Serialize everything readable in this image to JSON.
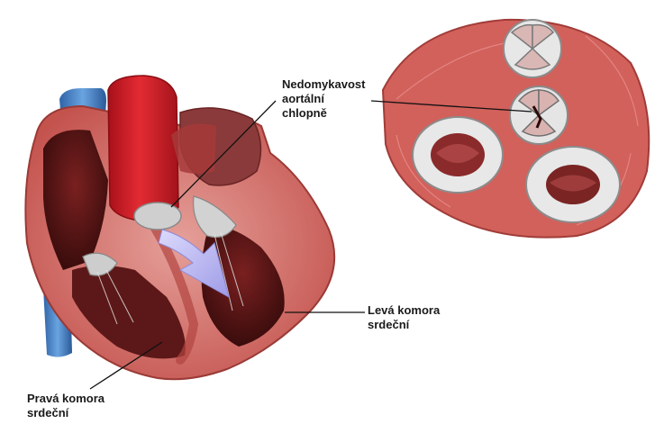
{
  "labels": {
    "aortic_valve": {
      "line1": "Nedomykavost",
      "line2": "aortální",
      "line3": "chlopně"
    },
    "left_ventricle": {
      "line1": "Levá komora",
      "line2": "srdeční"
    },
    "right_ventricle": {
      "line1": "Pravá komora",
      "line2": "srdeční"
    }
  },
  "colors": {
    "muscle": "#c8504c",
    "muscle_light": "#e6a6a0",
    "aorta": "#d8222a",
    "vein": "#3f7fc6",
    "valve": "#c9c9c9",
    "regurgitation_arrow": "#b9b7f0",
    "pointer_line": "#111111"
  }
}
